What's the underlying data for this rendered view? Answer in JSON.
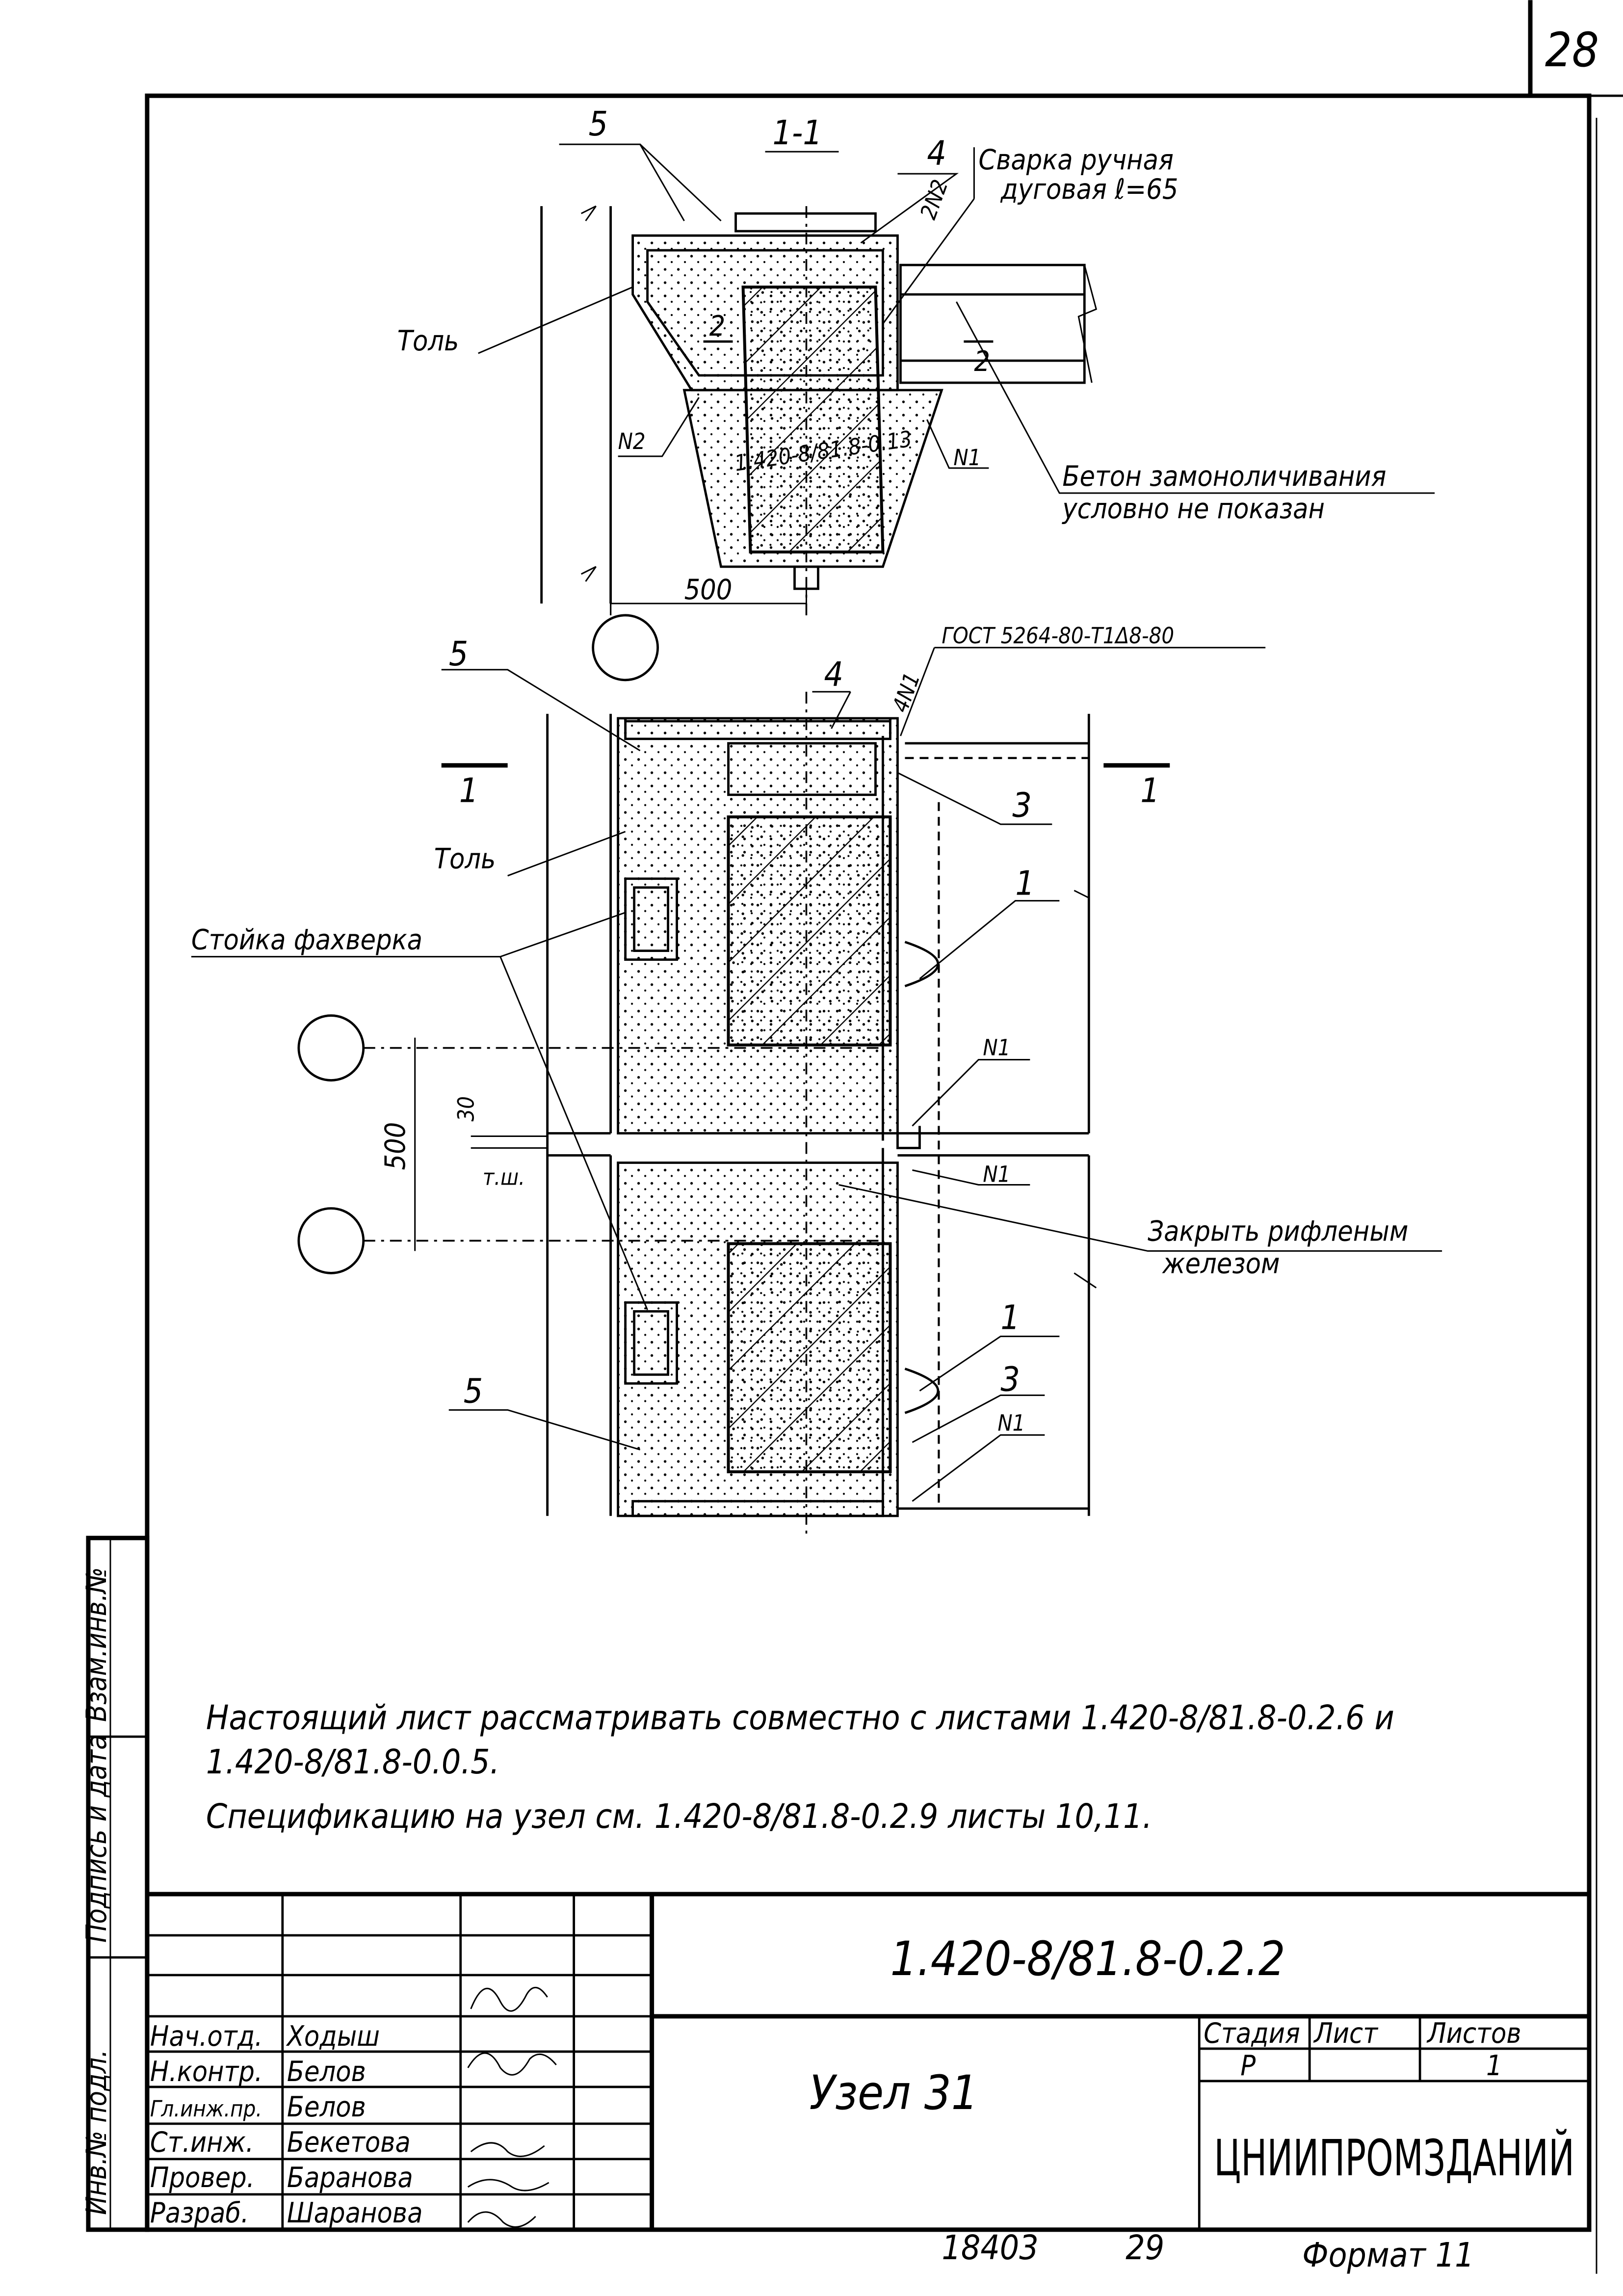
{
  "sheet_number": "28",
  "section_1_1": {
    "title": "1-1",
    "labels": {
      "item_5": "5",
      "item_4": "4",
      "weld_note_line1": "Сварка ручная",
      "weld_note_line2": "дуговая ℓ=65",
      "weld_mark": "2N2",
      "tol": "Толь",
      "n2": "N2",
      "n1": "N1",
      "ref_code": "1.420-8/81.8-0.13",
      "section_mark_2": "2",
      "concrete_note_line1": "Бетон замоноличивания",
      "concrete_note_line2": "условно не показан",
      "dim_500": "500"
    }
  },
  "plan": {
    "labels": {
      "gost": "ГОСТ 5264-80-Т1Δ8-80",
      "item_4": "4",
      "weld_mark": "4N1",
      "item_5_top": "5",
      "section_left": "1",
      "section_right": "1",
      "tol": "Толь",
      "item_3_top": "3",
      "column_label": "Стойка фахверка",
      "item_1_top": "1",
      "n1_a": "N1",
      "dim_30": "30",
      "dim_500": "500",
      "joint": "т.ш.",
      "n1_b": "N1",
      "cover_note_line1": "Закрыть рифленым",
      "cover_note_line2": "железом",
      "item_1_bottom": "1",
      "item_3_bottom": "3",
      "n1_c": "N1",
      "item_5_bottom": "5"
    }
  },
  "notes": [
    "Настоящий лист рассматривать совместно с листами 1.420-8/81.8-0.2.6 и",
    "1.420-8/81.8-0.0.5.",
    "Спецификацию на узел см. 1.420-8/81.8-0.2.9 листы 10,11."
  ],
  "side_stamp": [
    "Взам.инв.№",
    "Подпись и дата",
    "Инв.№ подл."
  ],
  "title_block": {
    "document_code": "1.420-8/81.8-0.2.2",
    "title": "Узел 31",
    "organization": "ЦНИИПРОМЗДАНИЙ",
    "headers": {
      "stage": "Стадия",
      "sheet": "Лист",
      "sheets": "Листов"
    },
    "values": {
      "stage": "Р",
      "sheet": "",
      "sheets": "1"
    },
    "staff": [
      {
        "role": "Нач.отд.",
        "name": "Ходыш"
      },
      {
        "role": "Н.контр.",
        "name": "Белов"
      },
      {
        "role": "Гл.инж.пр.",
        "name": "Белов"
      },
      {
        "role": "Ст.инж.",
        "name": "Бекетова"
      },
      {
        "role": "Провер.",
        "name": "Баранова"
      },
      {
        "role": "Разраб.",
        "name": "Шаранова"
      }
    ]
  },
  "footer": {
    "inventory": "18403",
    "page": "29",
    "format": "Формат 11"
  }
}
